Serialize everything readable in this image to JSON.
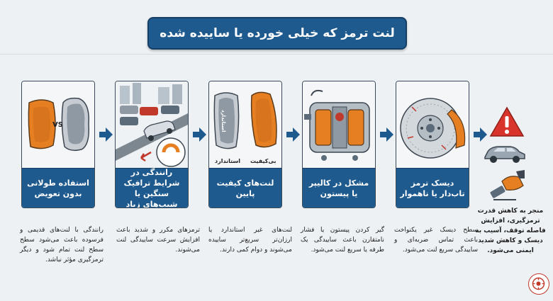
{
  "title": "لنت ترمز که خیلی خورده یا ساییده شده",
  "steps": [
    {
      "caption": "استفاده طولانی بدون تعویض",
      "description": "رانندگی با لنت‌های قدیمی و فرسوده باعث می‌شود سطح سطح لنت تمام شود و دیگر ترمزگیری مؤثر نباشد.",
      "illustration_label": "VS",
      "icon": "worn-vs-new-pads-icon"
    },
    {
      "caption": "رانندگی در شرایط ترافیک سنگین یا شیب‌های زیاد",
      "description": "ترمزهای مکرر و شدید باعث افزایش سرعت ساییدگی لنت می‌شوند.",
      "icon": "traffic-slope-icon"
    },
    {
      "caption": "لنت‌های کیفیت پایین",
      "description": "لنت‌های غیر استاندارد یا ارزان‌تر سریع‌تر ساییده می‌شوند و دوام کمی دارند.",
      "label_standard": "استاندارد",
      "label_lowquality": "بی‌کیفیت",
      "pad_text": "استاندارد",
      "icon": "pad-quality-icon"
    },
    {
      "caption": "مشکل در کالیپر یا پیستون",
      "description": "گیر کردن پیستون یا فشار نامتقارن باعث ساییدگی یک طرفه یا سریع لنت می‌شود.",
      "icon": "caliper-icon"
    },
    {
      "caption": "دیسک ترمز تاب‌دار یا ناهموار",
      "description": "سطح دیسک غیر یکنواخت باعث تماس ضربه‌ای و ساییدگی سریع لنت می‌شود.",
      "icon": "brake-disc-icon"
    }
  ],
  "final": {
    "text": "منجر به کاهش قدرت ترمزگیری، افزایش فاصله توقف، آسیب به دیسک و کاهش شدید ایمنی می‌شود.",
    "icons": [
      "warning-icon",
      "car-icon",
      "brake-pedal-icon"
    ]
  },
  "colors": {
    "primary": "#1f5a8f",
    "accent": "#e67e22",
    "warning": "#d9342b"
  }
}
